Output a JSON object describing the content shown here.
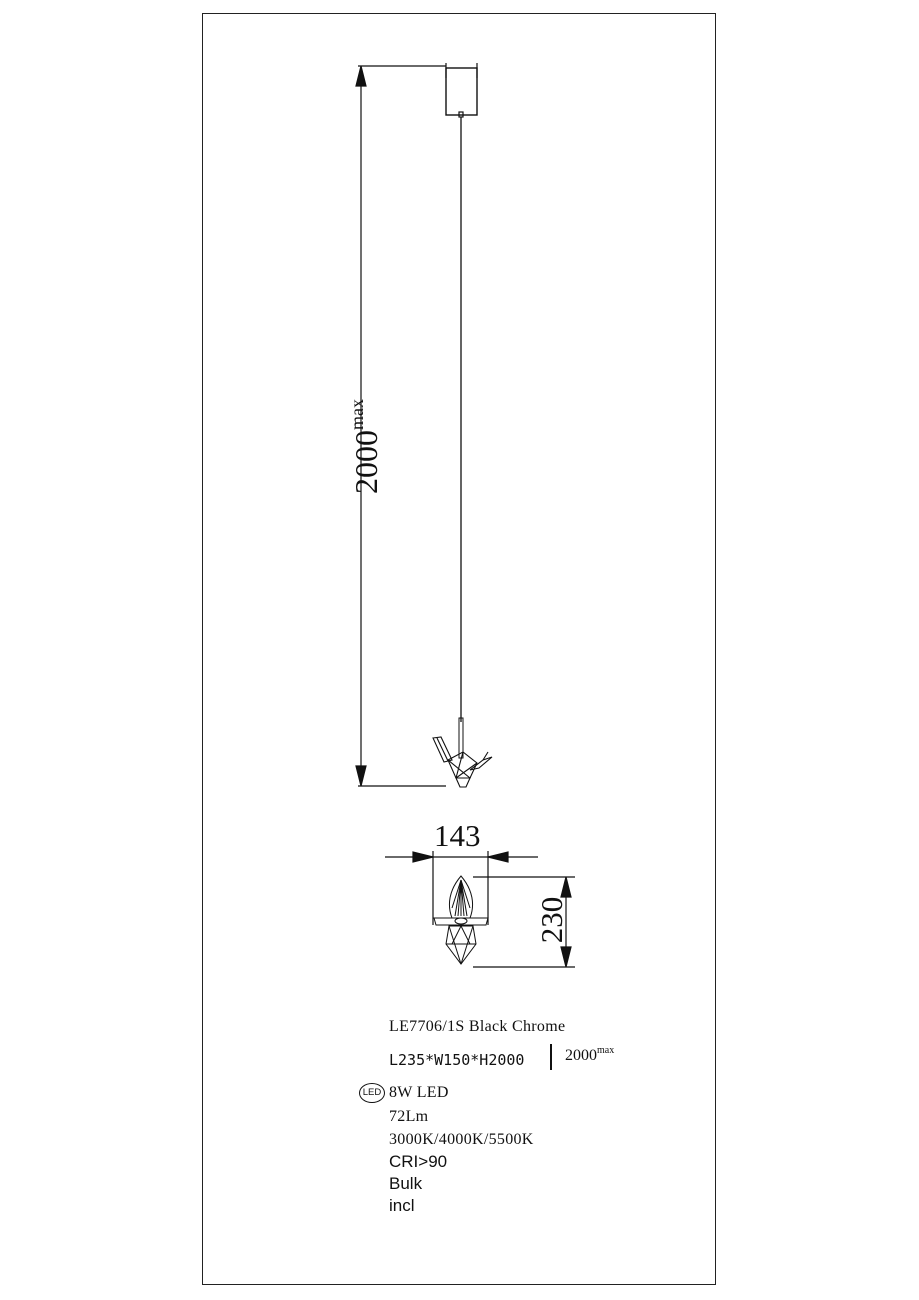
{
  "dimensions": {
    "height_value": "2000",
    "height_suffix": "max",
    "width_value": "143",
    "depth_value": "230"
  },
  "spec": {
    "model": "LE7706/1S Black Chrome",
    "size": "L235*W150*H2000",
    "drop_length_value": "2000",
    "drop_length_suffix": "max",
    "led_badge": "LED",
    "power": "8W LED",
    "lumen": "72Lm",
    "color_temp": "3000K/4000K/5500K",
    "cri": "CRI>90",
    "bulb": "Bulk",
    "included": "incl"
  }
}
